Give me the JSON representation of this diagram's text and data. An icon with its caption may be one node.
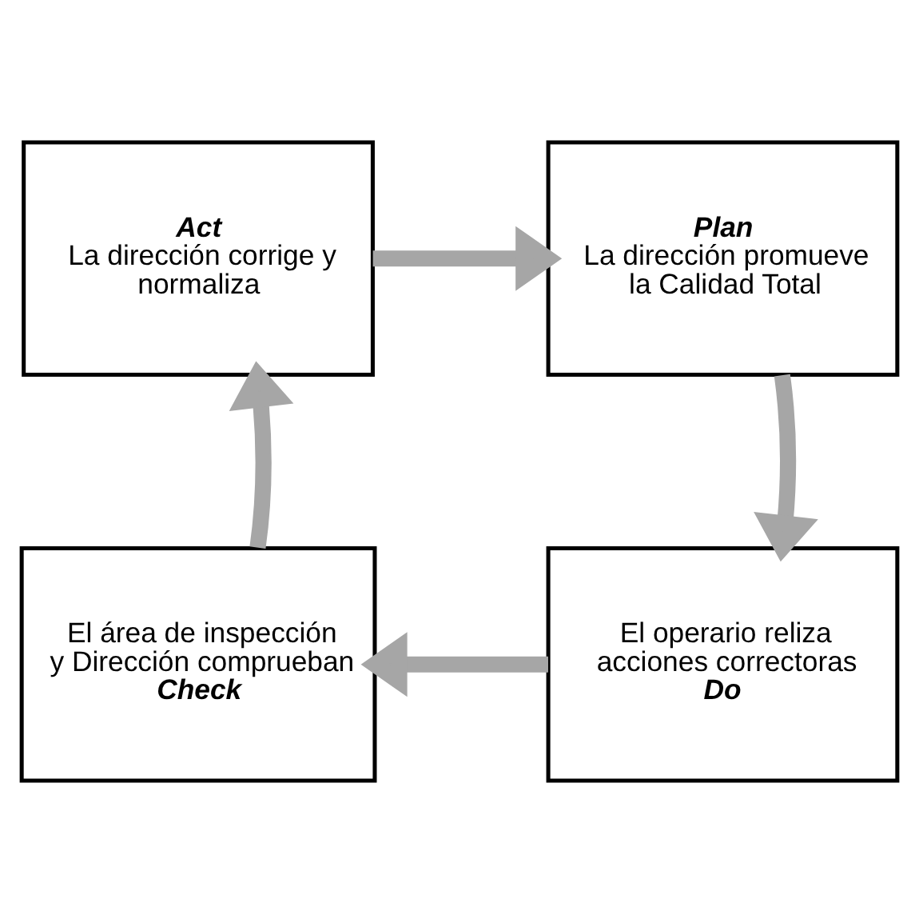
{
  "diagram": {
    "nodes": [
      {
        "text": [
          "Act",
          "La dirección corrige y normaliza"
        ]
      },
      {
        "text": [
          "Plan",
          "La dirección promueve la Calidad Total"
        ]
      },
      {
        "text": [
          "El área de inspección y Dirección comprueban",
          "Check"
        ]
      },
      {
        "text": [
          "El operario reliza acciones correctoras",
          "Do"
        ]
      }
    ],
    "edges": [
      {
        "from": 0,
        "to": 1,
        "arrow": "to"
      },
      {
        "from": 1,
        "to": 3,
        "arrow": "to"
      },
      {
        "from": 3,
        "to": 2,
        "arrow": "to"
      },
      {
        "from": 2,
        "to": 0,
        "arrow": "to"
      }
    ]
  }
}
